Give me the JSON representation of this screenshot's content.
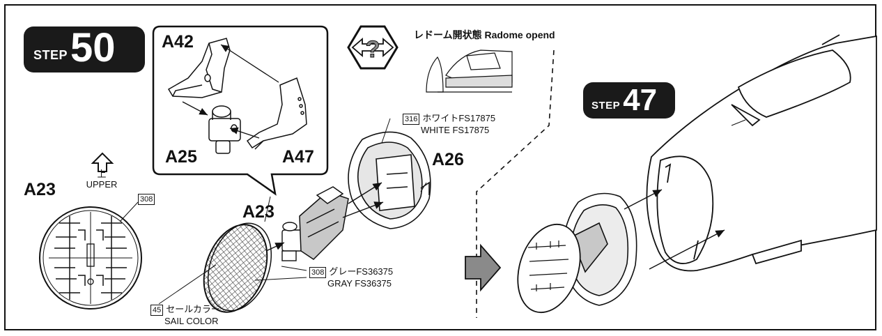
{
  "step_main": {
    "label": "STEP",
    "number": "50"
  },
  "step_ref": {
    "label": "STEP",
    "number": "47"
  },
  "parts": {
    "a42": "A42",
    "a25": "A25",
    "a47": "A47",
    "a26": "A26",
    "a23_main": "A23",
    "a23_detail": "A23"
  },
  "upper": {
    "jp": "上",
    "en": "UPPER"
  },
  "paint_308_detail": {
    "code": "308"
  },
  "radome_title": "レドーム開状態 Radome opend",
  "paint_316": {
    "code": "316",
    "jp": "ホワイトFS17875",
    "en": "WHITE FS17875"
  },
  "paint_308": {
    "code": "308",
    "jp": "グレーFS36375",
    "en": "GRAY FS36375"
  },
  "paint_45": {
    "code": "45",
    "jp": "セールカラー",
    "en": "SAIL COLOR"
  },
  "colors": {
    "ink": "#111111",
    "badge": "#1a1a1a",
    "arrow_fill": "#8a8a8a",
    "part_gray": "#c8c8c8"
  },
  "icons": [
    "question-arrow-icon",
    "upper-arrow-icon",
    "forward-arrow-icon"
  ]
}
